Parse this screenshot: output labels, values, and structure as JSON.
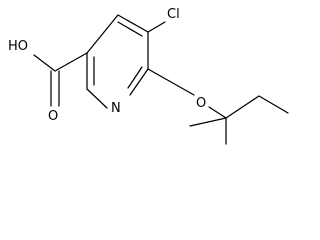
{
  "molecule": {
    "atoms": {
      "cl": "Cl",
      "o_ether": "O",
      "n": "N",
      "oh": "HO",
      "o_carbonyl": "O"
    },
    "colors": {
      "bond": "#000000",
      "text": "#000000",
      "background": "#ffffff"
    }
  }
}
